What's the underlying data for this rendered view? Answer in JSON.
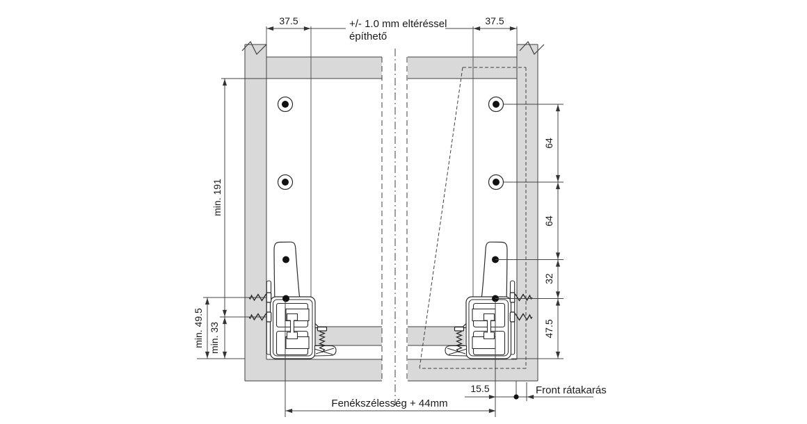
{
  "drawing": {
    "note": {
      "line1": "+/- 1.0 mm eltéréssel",
      "line2": "építhető"
    },
    "dims": {
      "top_left": "37.5",
      "top_right": "37.5",
      "cabinet_height": "min. 191",
      "bottom_clearance_outer": "min. 49.5",
      "bottom_clearance_inner": "min. 33",
      "hole_spacing_upper": "64",
      "hole_spacing_lower": "64",
      "bracket_offset": "32",
      "rail_height": "47.5",
      "front_gap": "15.5",
      "bottom_width": "Fenékszélesség + 44mm"
    },
    "labels": {
      "front_overlay": "Front rátakarás"
    }
  },
  "colors": {
    "panel_fill": "#d9d9d9",
    "outline": "#3f3f3f",
    "dimension_line": "#444444",
    "hardware_line": "#2b2b2b",
    "text": "#1a1a1a",
    "dot_fill": "#111111"
  }
}
